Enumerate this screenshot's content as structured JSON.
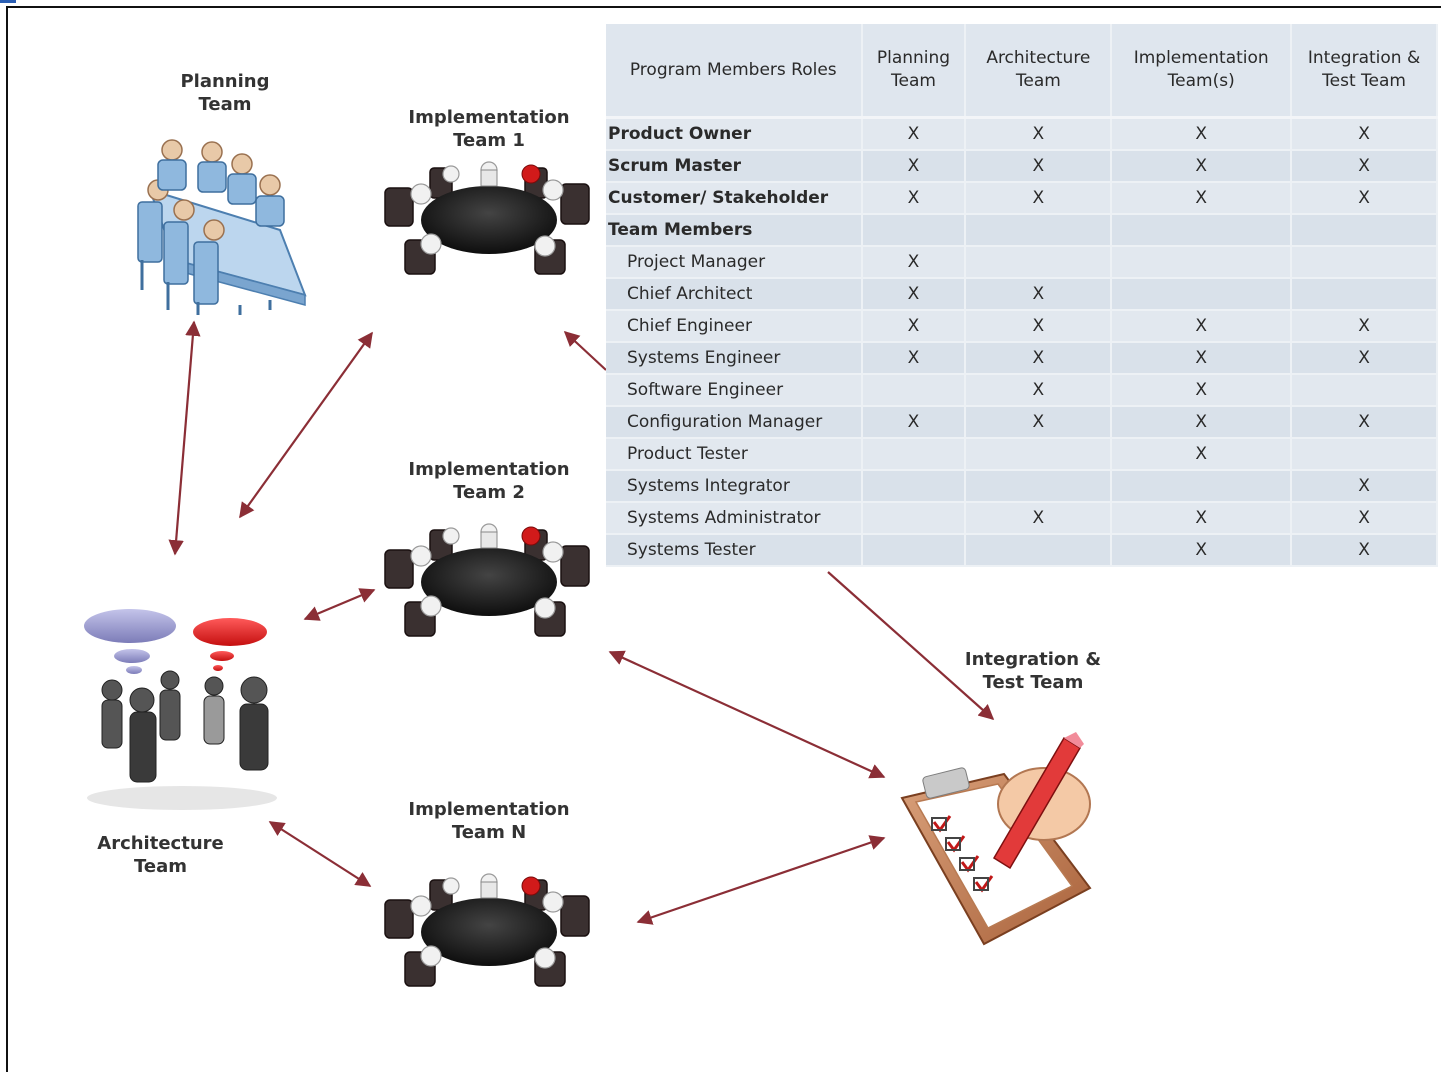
{
  "labels": {
    "planning_team": "Planning\nTeam",
    "impl_team_1": "Implementation\nTeam 1",
    "impl_team_2": "Implementation\nTeam 2",
    "impl_team_n": "Implementation\nTeam N",
    "architecture_team": "Architecture\nTeam",
    "integration_test_team": "Integration &\nTest Team"
  },
  "table": {
    "headers": [
      "Program Members Roles",
      "Planning\nTeam",
      "Architecture\nTeam",
      "Implementation\nTeam(s)",
      "Integration &\nTest Team"
    ],
    "rows": [
      {
        "role": "Product Owner",
        "bold": true,
        "indent": false,
        "cells": [
          "X",
          "X",
          "X",
          "X"
        ]
      },
      {
        "role": "Scrum Master",
        "bold": true,
        "indent": false,
        "cells": [
          "X",
          "X",
          "X",
          "X"
        ]
      },
      {
        "role": "Customer/ Stakeholder",
        "bold": true,
        "indent": false,
        "cells": [
          "X",
          "X",
          "X",
          "X"
        ]
      },
      {
        "role": "Team Members",
        "bold": true,
        "indent": false,
        "cells": [
          "",
          "",
          "",
          ""
        ]
      },
      {
        "role": "Project Manager",
        "bold": false,
        "indent": true,
        "cells": [
          "X",
          "",
          "",
          ""
        ]
      },
      {
        "role": "Chief Architect",
        "bold": false,
        "indent": true,
        "cells": [
          "X",
          "X",
          "",
          ""
        ]
      },
      {
        "role": "Chief Engineer",
        "bold": false,
        "indent": true,
        "cells": [
          "X",
          "X",
          "X",
          "X"
        ]
      },
      {
        "role": "Systems Engineer",
        "bold": false,
        "indent": true,
        "cells": [
          "X",
          "X",
          "X",
          "X"
        ]
      },
      {
        "role": "Software Engineer",
        "bold": false,
        "indent": true,
        "cells": [
          "",
          "X",
          "X",
          ""
        ]
      },
      {
        "role": "Configuration Manager",
        "bold": false,
        "indent": true,
        "cells": [
          "X",
          "X",
          "X",
          "X"
        ]
      },
      {
        "role": "Product Tester",
        "bold": false,
        "indent": true,
        "cells": [
          "",
          "",
          "X",
          ""
        ]
      },
      {
        "role": "Systems Integrator",
        "bold": false,
        "indent": true,
        "cells": [
          "",
          "",
          "",
          "X"
        ]
      },
      {
        "role": "Systems Administrator",
        "bold": false,
        "indent": true,
        "cells": [
          "",
          "X",
          "X",
          "X"
        ]
      },
      {
        "role": "Systems Tester",
        "bold": false,
        "indent": true,
        "cells": [
          "",
          "",
          "X",
          "X"
        ]
      }
    ]
  },
  "colors": {
    "arrow": "#8b2e36",
    "table_bg": "#dfe6ee",
    "accent_red": "#e11d1d",
    "bubble_purple": "#9c9ccc"
  },
  "icons": {
    "planning": "meeting-table-people-icon",
    "implementation": "round-table-meeting-icon",
    "architecture": "discussion-figures-icon",
    "integration": "clipboard-checklist-icon"
  }
}
